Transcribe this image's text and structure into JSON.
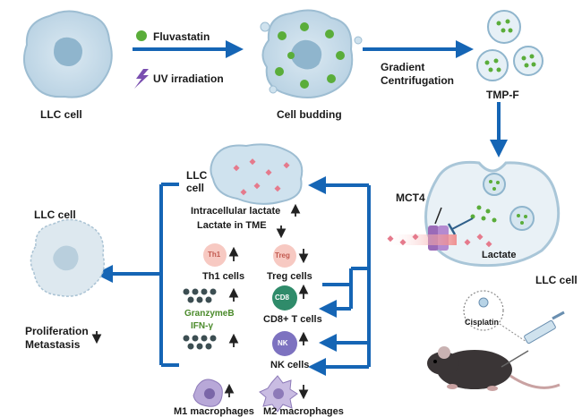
{
  "top": {
    "llc_cell": "LLC cell",
    "fluvastatin": "Fluvastatin",
    "uv": "UV irradiation",
    "cell_budding": "Cell budding",
    "gradient_line1": "Gradient",
    "gradient_line2": "Centrifugation",
    "tmpf": "TMP-F"
  },
  "right": {
    "mct4": "MCT4",
    "lactate": "Lactate",
    "llc_cell": "LLC cell",
    "cisplatin": "Cisplatin"
  },
  "middle": {
    "llc_line1": "LLC",
    "llc_line2": "cell",
    "intracellular": "Intracellular lactate",
    "lactate_tme": "Lactate in TME",
    "th1": "Th1 cells",
    "th1_badge": "Th1",
    "treg": "Treg cells",
    "treg_badge": "Treg",
    "cd8": "CD8+ T cells",
    "cd8_badge": "CD8",
    "granzyme": "GranzymeB",
    "ifn": "IFN-γ",
    "nk": "NK cells",
    "nk_badge": "NK",
    "m1": "M1 macrophages",
    "m2": "M2 macrophages"
  },
  "left": {
    "llc_cell": "LLC cell",
    "proliferation": "Proliferation",
    "metastasis": "Metastasis"
  },
  "colors": {
    "arrow_blue": "#1565b5",
    "cell_fill": "#cfe2ee",
    "nucleus": "#8fb5cd",
    "green_dot": "#5aad3a",
    "pink": "#e57a8c",
    "purple": "#7a4fb0"
  }
}
